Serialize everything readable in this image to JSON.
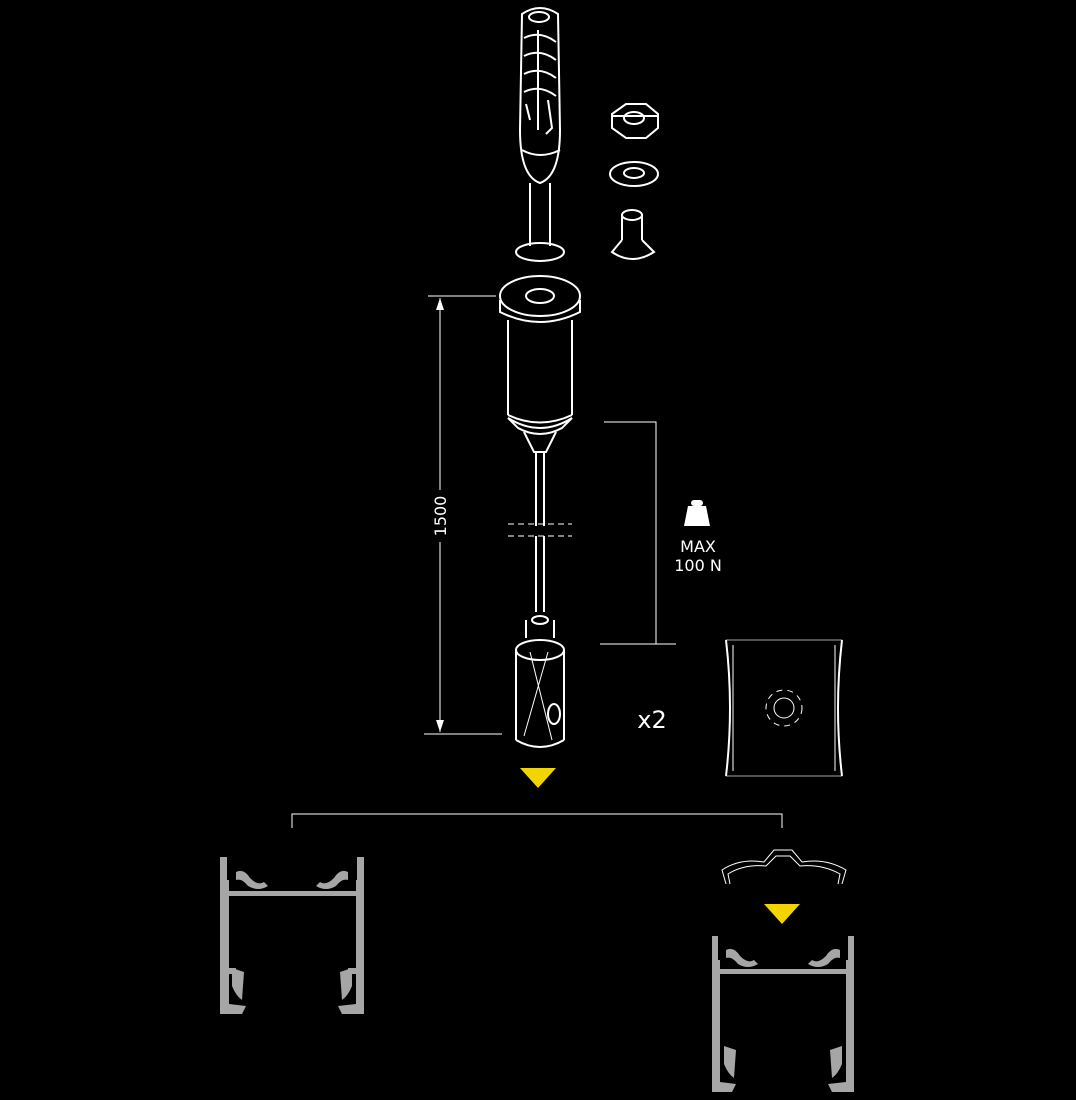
{
  "dimension": {
    "length_value": "1500"
  },
  "load": {
    "max_label": "MAX",
    "max_value": "100 N",
    "icon": "weight-icon"
  },
  "quantity": {
    "label": "x2"
  },
  "colors": {
    "background": "#000000",
    "line": "#ffffff",
    "profile": "#a6a6a6",
    "arrow": "#f2d400"
  }
}
